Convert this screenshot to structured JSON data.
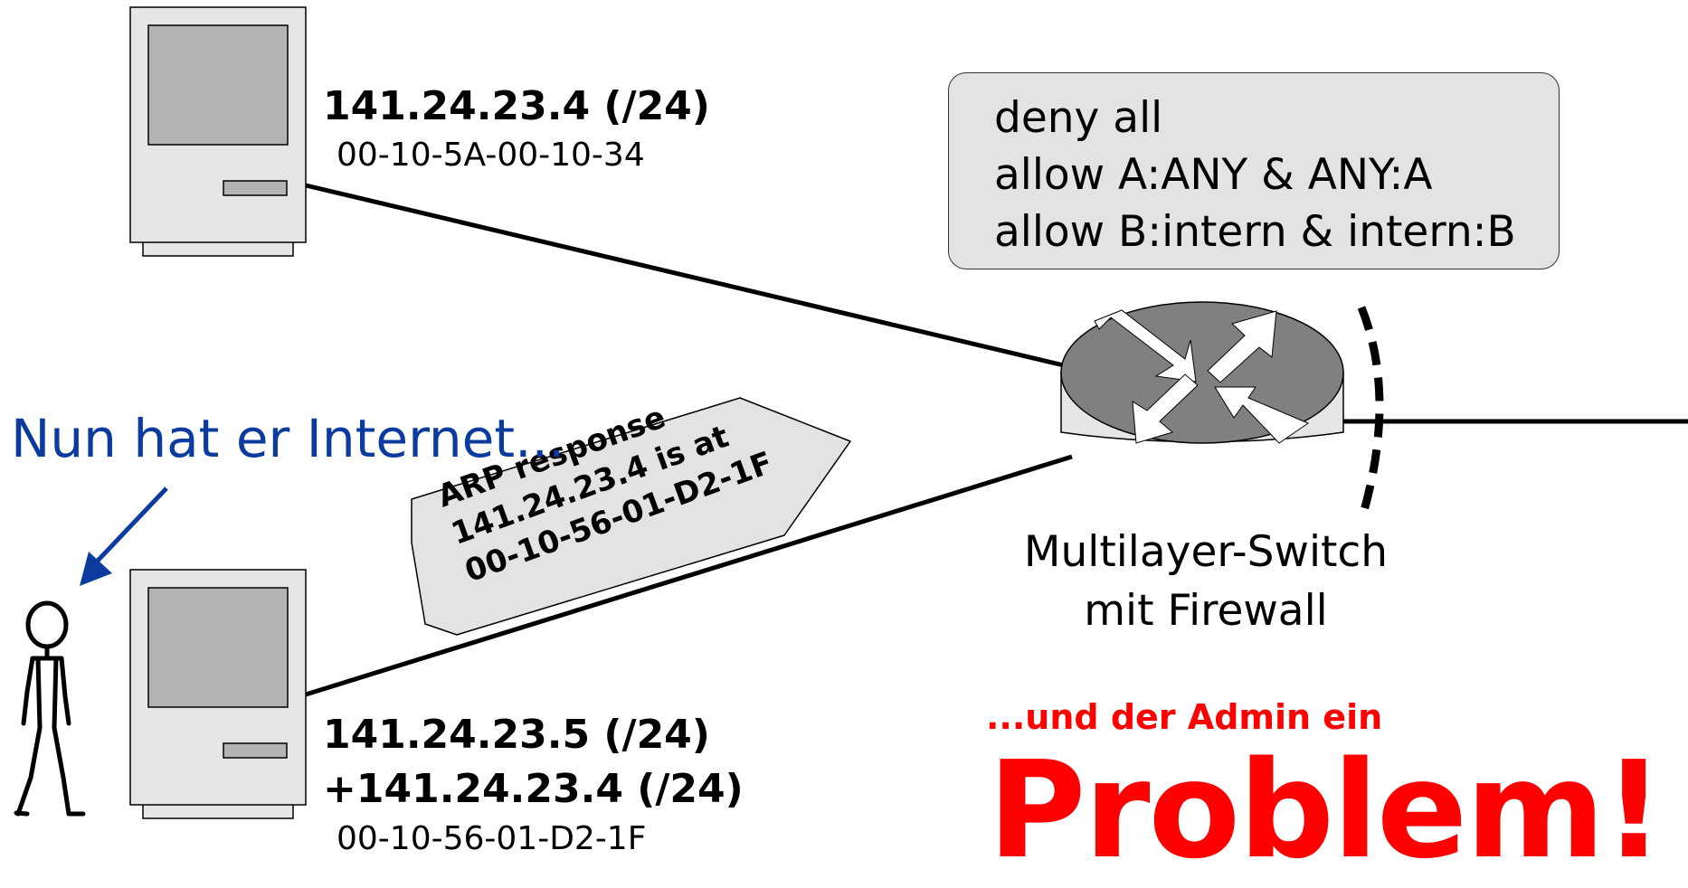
{
  "host_a": {
    "ip": "141.24.23.4 (/24)",
    "mac": "00-10-5A-00-10-34"
  },
  "host_b": {
    "ip_1": "141.24.23.5 (/24)",
    "ip_2": "+141.24.23.4 (/24)",
    "mac": "00-10-56-01-D2-1F"
  },
  "firewall_rules": {
    "line_1": "deny all",
    "line_2": "allow A:ANY & ANY:A",
    "line_3": "allow B:intern & intern:B"
  },
  "switch": {
    "label_1": "Multilayer-Switch",
    "label_2": "mit Firewall",
    "icon": "router-icon"
  },
  "arp_packet": {
    "line_1": "ARP response",
    "line_2": "141.24.23.4 is at",
    "line_3": "00-10-56-01-D2-1F"
  },
  "annotation": {
    "internet_text": "Nun hat er Internet...",
    "admin_text": "...und der Admin ein",
    "problem_text": "Problem!"
  },
  "colors": {
    "annotation_blue": "#0b3b9e",
    "problem_red": "#ff0000",
    "switch_top": "#808080",
    "computer_gray": "#e6e6e6"
  }
}
